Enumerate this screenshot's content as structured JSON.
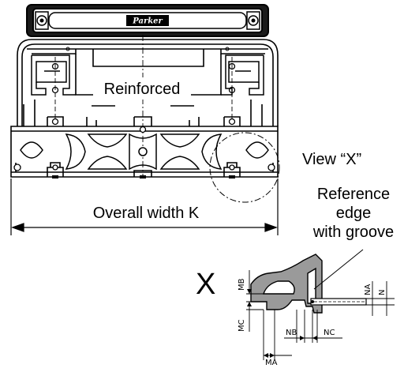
{
  "logo": {
    "text": "Parker"
  },
  "labels": {
    "reinforced": "Reinforced",
    "view_x": "View “X”",
    "reference_line1": "Reference",
    "reference_line2": "edge",
    "reference_line3": "with groove",
    "overall_width": "Overall width K",
    "detail_marker": "X"
  },
  "dimensions": {
    "mb": "MB",
    "mc": "MC",
    "na": "NA",
    "n": "N",
    "nb": "NB",
    "nc": "NC",
    "ma": "MA"
  }
}
